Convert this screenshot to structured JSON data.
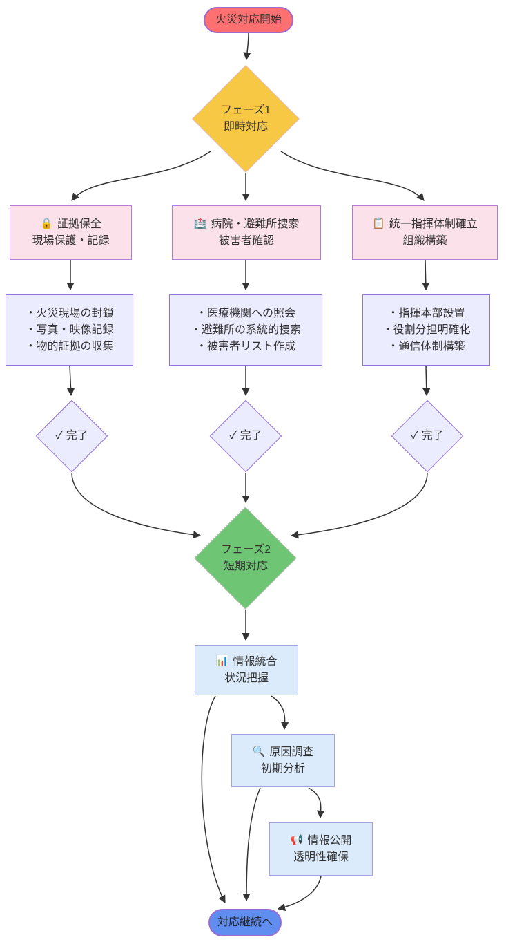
{
  "diagram": {
    "title": "fire-response-flowchart",
    "nodes": {
      "start": {
        "label": "火災対応開始"
      },
      "phase1": {
        "line1": "フェーズ1",
        "line2": "即時対応"
      },
      "evidence": {
        "icon": "🔒",
        "icon_name": "lock-icon",
        "line1": "証拠保全",
        "line2": "現場保護・記録"
      },
      "search": {
        "icon": "🏥",
        "icon_name": "hospital-icon",
        "line1": "病院・避難所捜索",
        "line2": "被害者確認"
      },
      "command": {
        "icon": "📋",
        "icon_name": "clipboard-icon",
        "line1": "統一指揮体制確立",
        "line2": "組織構築"
      },
      "evidence_tasks": {
        "items": [
          "・火災現場の封鎖",
          "・写真・映像記録",
          "・物的証拠の収集"
        ]
      },
      "search_tasks": {
        "items": [
          "・医療機関への照会",
          "・避難所の系統的捜索",
          "・被害者リスト作成"
        ]
      },
      "command_tasks": {
        "items": [
          "・指揮本部設置",
          "・役割分担明確化",
          "・通信体制構築"
        ]
      },
      "done1": {
        "label": "✓ 完了"
      },
      "done2": {
        "label": "✓ 完了"
      },
      "done3": {
        "label": "✓ 完了"
      },
      "phase2": {
        "line1": "フェーズ2",
        "line2": "短期対応"
      },
      "info": {
        "icon": "📊",
        "icon_name": "bar-chart-icon",
        "line1": "情報統合",
        "line2": "状況把握"
      },
      "cause": {
        "icon": "🔍",
        "icon_name": "magnifier-icon",
        "line1": "原因調査",
        "line2": "初期分析"
      },
      "publish": {
        "icon": "📢",
        "icon_name": "loudspeaker-icon",
        "line1": "情報公開",
        "line2": "透明性確保"
      },
      "end": {
        "label": "対応継続へ"
      }
    },
    "edges": [
      {
        "from": "start",
        "to": "phase1"
      },
      {
        "from": "phase1",
        "to": "evidence"
      },
      {
        "from": "phase1",
        "to": "search"
      },
      {
        "from": "phase1",
        "to": "command"
      },
      {
        "from": "evidence",
        "to": "evidence_tasks"
      },
      {
        "from": "search",
        "to": "search_tasks"
      },
      {
        "from": "command",
        "to": "command_tasks"
      },
      {
        "from": "evidence_tasks",
        "to": "done1"
      },
      {
        "from": "search_tasks",
        "to": "done2"
      },
      {
        "from": "command_tasks",
        "to": "done3"
      },
      {
        "from": "done1",
        "to": "phase2"
      },
      {
        "from": "done2",
        "to": "phase2"
      },
      {
        "from": "done3",
        "to": "phase2"
      },
      {
        "from": "phase2",
        "to": "info"
      },
      {
        "from": "info",
        "to": "cause"
      },
      {
        "from": "info",
        "to": "end"
      },
      {
        "from": "cause",
        "to": "publish"
      },
      {
        "from": "cause",
        "to": "end"
      },
      {
        "from": "publish",
        "to": "end"
      }
    ],
    "colors": {
      "start_fill": "#ff7070",
      "start_border": "#9b6bd0",
      "phase1_fill": "#f7c844",
      "phase1_border": "#e5b4ae",
      "pink_fill": "#fbe2ea",
      "pink_border": "#b07fd8",
      "lavender_fill": "#ececff",
      "lavender_border": "#9370db",
      "phase2_fill": "#6ec573",
      "phase2_border": "#b3bfb3",
      "blue_fill": "#dcebfb",
      "blue_border": "#a3a3dd",
      "end_fill": "#5f8df0",
      "end_border": "#9b6bd0",
      "edge_stroke": "#333333",
      "text": "#333333"
    }
  }
}
